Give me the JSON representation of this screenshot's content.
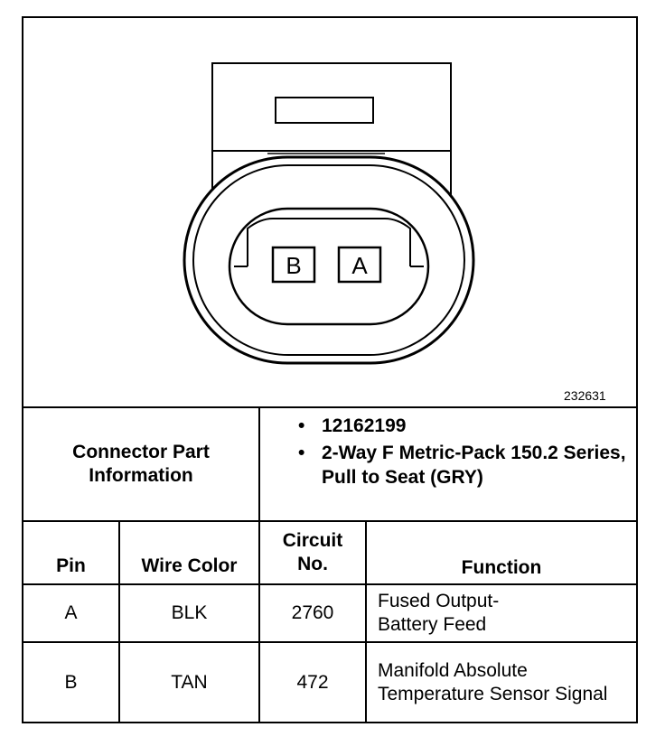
{
  "diagram": {
    "pin_labels": [
      "B",
      "A"
    ],
    "figure_id": "232631"
  },
  "info": {
    "label": "Connector Part Information",
    "bullets": [
      "12162199",
      "2-Way F Metric-Pack 150.2 Series, Pull to Seat (GRY)"
    ]
  },
  "table": {
    "headers": {
      "pin": "Pin",
      "wire_color": "Wire Color",
      "circuit": "Circuit No.",
      "function": "Function"
    },
    "rows": [
      {
        "pin": "A",
        "wire_color": "BLK",
        "circuit": "2760",
        "function": "Fused Output-Battery Feed"
      },
      {
        "pin": "B",
        "wire_color": "TAN",
        "circuit": "472",
        "function": "Manifold Absolute Temperature Sensor Signal"
      }
    ]
  }
}
